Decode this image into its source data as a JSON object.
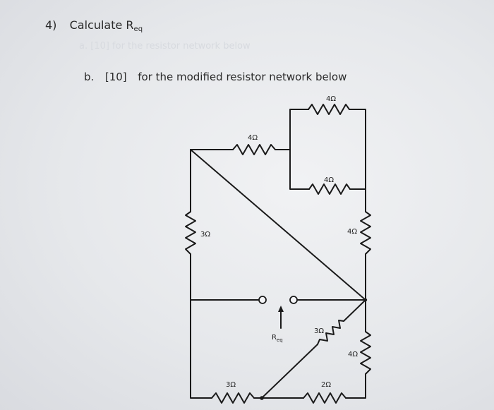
{
  "header": {
    "number": "4)",
    "title_prefix": "Calculate R",
    "title_subscript": "eq"
  },
  "ghost_text": "a. [10] for the resistor network below",
  "problem": {
    "label": "b.",
    "points": "[10]",
    "text": "for the modified resistor network below"
  },
  "resistors": {
    "top_right": "4Ω",
    "top_middle": "4Ω",
    "inner_bottom": "4Ω",
    "right_upper": "4Ω",
    "left": "3Ω",
    "diag_small": "3Ω",
    "right_lower": "4Ω",
    "bottom_left": "3Ω",
    "bottom_right": "2Ω"
  },
  "req_label": {
    "prefix": "R",
    "subscript": "eq"
  }
}
